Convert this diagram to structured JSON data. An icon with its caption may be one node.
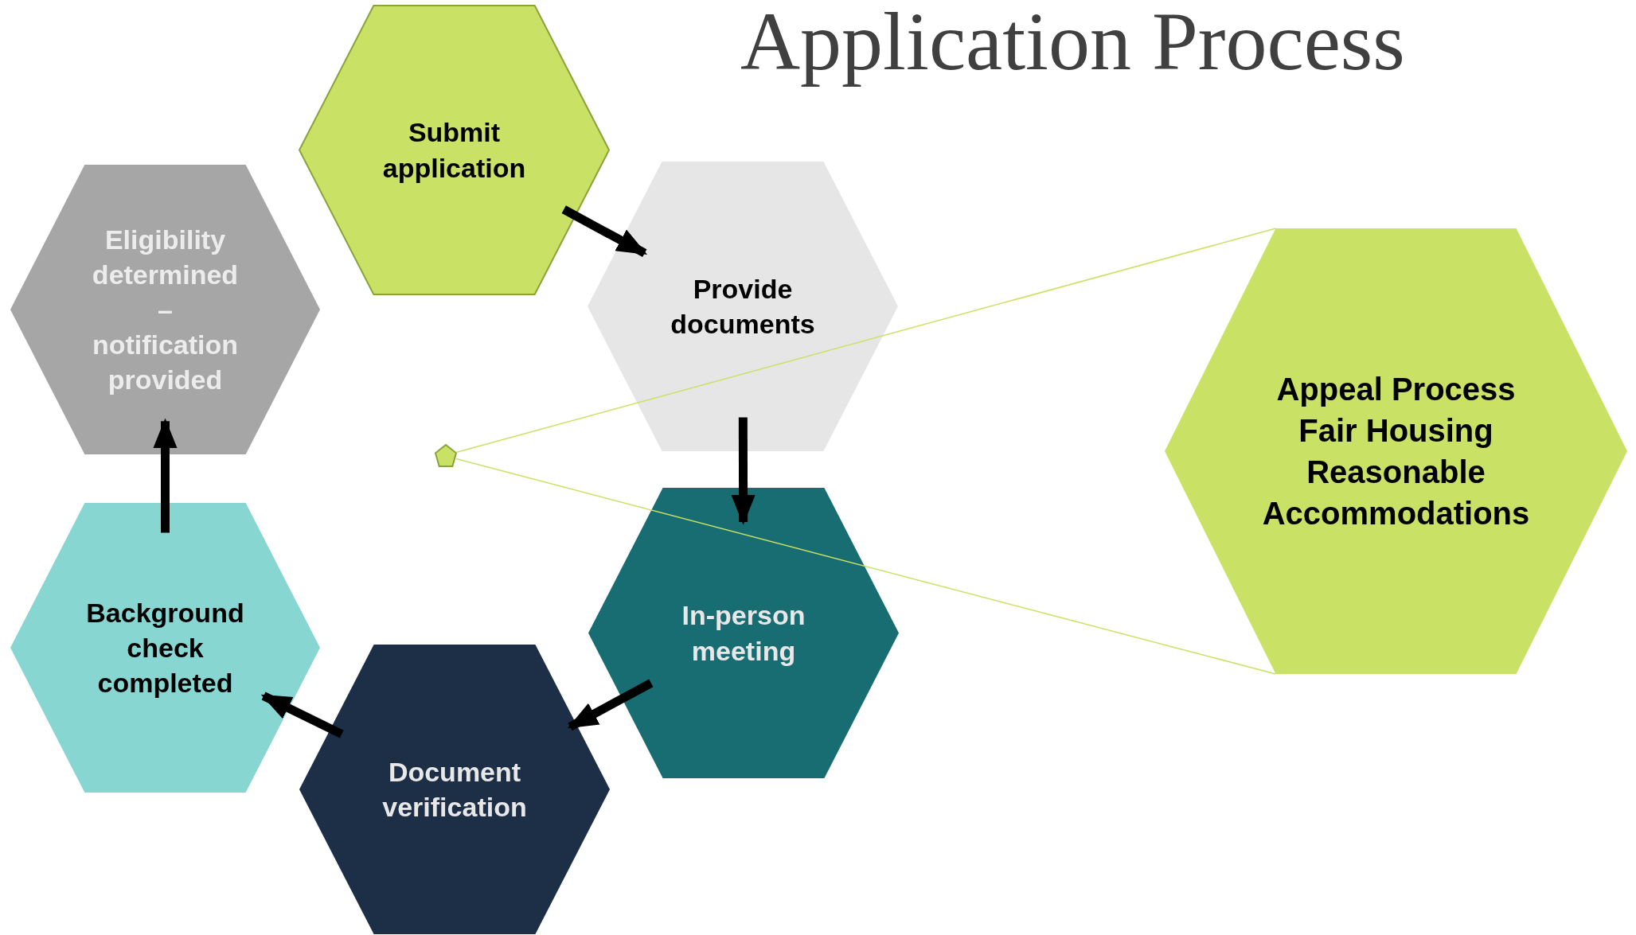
{
  "diagram": {
    "title": "Application Process",
    "nodes": [
      {
        "text": [
          "Submit application"
        ]
      },
      {
        "text": [
          "Provide documents"
        ]
      },
      {
        "text": [
          "In-person meeting"
        ]
      },
      {
        "text": [
          "Document verification"
        ]
      },
      {
        "text": [
          "Background check completed"
        ]
      },
      {
        "text": [
          "Eligibility determined – notification provided"
        ]
      },
      {
        "text": [
          "Appeal Process",
          "Fair Housing",
          "Reasonable Accommodations"
        ]
      },
      {
        "text": [],
        "shape": "pentagon"
      }
    ],
    "edges": [
      {
        "from": 0,
        "to": 1,
        "arrow": "to"
      },
      {
        "from": 1,
        "to": 2,
        "arrow": "to"
      },
      {
        "from": 2,
        "to": 3,
        "arrow": "to"
      },
      {
        "from": 3,
        "to": 4,
        "arrow": "to"
      },
      {
        "from": 4,
        "to": 5,
        "arrow": "to"
      },
      {
        "from": 7,
        "to": 6,
        "arrow": "none",
        "color": "#c9e265"
      },
      {
        "from": 7,
        "to": 6,
        "arrow": "none",
        "color": "#c9e265"
      }
    ]
  }
}
